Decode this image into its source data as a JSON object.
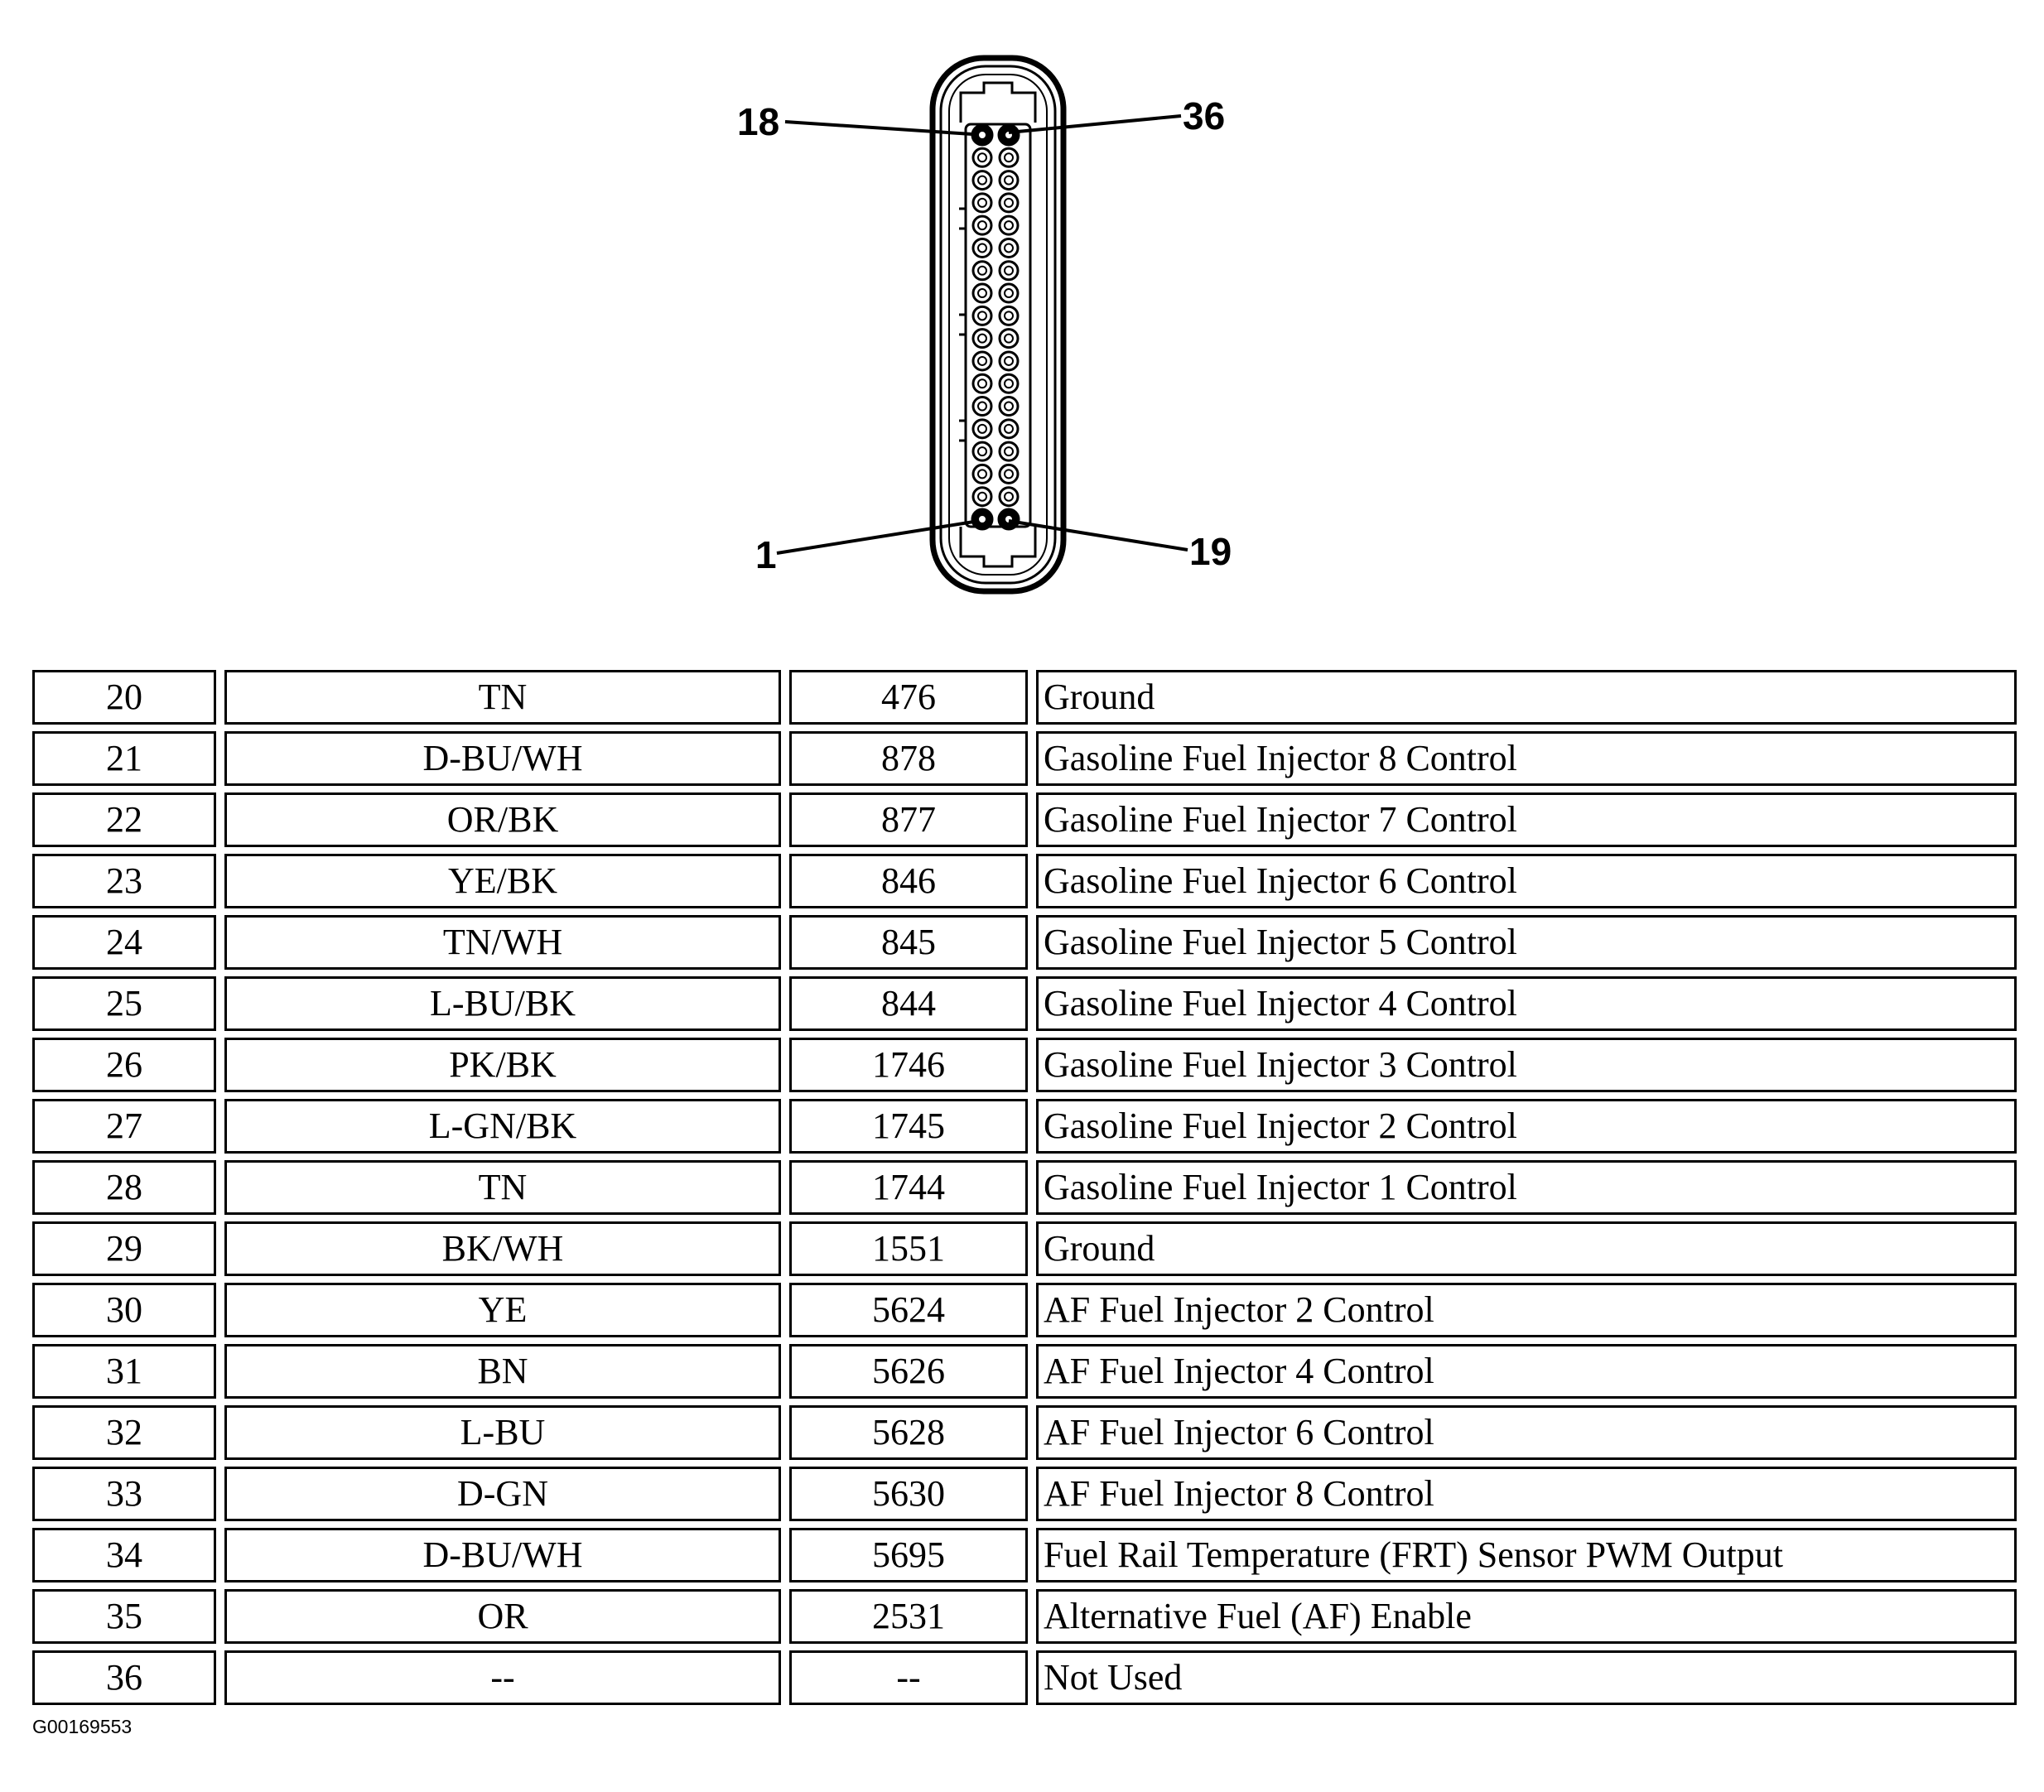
{
  "connector": {
    "pin_labels": {
      "top_left": "18",
      "top_right": "36",
      "bottom_left": "1",
      "bottom_right": "19"
    }
  },
  "table": {
    "rows": [
      {
        "pin": "20",
        "color": "TN",
        "circuit": "476",
        "function": "Ground"
      },
      {
        "pin": "21",
        "color": "D-BU/WH",
        "circuit": "878",
        "function": "Gasoline Fuel Injector 8 Control"
      },
      {
        "pin": "22",
        "color": "OR/BK",
        "circuit": "877",
        "function": "Gasoline Fuel Injector 7 Control"
      },
      {
        "pin": "23",
        "color": "YE/BK",
        "circuit": "846",
        "function": "Gasoline Fuel Injector 6 Control"
      },
      {
        "pin": "24",
        "color": "TN/WH",
        "circuit": "845",
        "function": "Gasoline Fuel Injector 5 Control"
      },
      {
        "pin": "25",
        "color": "L-BU/BK",
        "circuit": "844",
        "function": "Gasoline Fuel Injector 4 Control"
      },
      {
        "pin": "26",
        "color": "PK/BK",
        "circuit": "1746",
        "function": "Gasoline Fuel Injector 3 Control"
      },
      {
        "pin": "27",
        "color": "L-GN/BK",
        "circuit": "1745",
        "function": "Gasoline Fuel Injector 2 Control"
      },
      {
        "pin": "28",
        "color": "TN",
        "circuit": "1744",
        "function": "Gasoline Fuel Injector 1 Control"
      },
      {
        "pin": "29",
        "color": "BK/WH",
        "circuit": "1551",
        "function": "Ground"
      },
      {
        "pin": "30",
        "color": "YE",
        "circuit": "5624",
        "function": "AF Fuel Injector 2 Control"
      },
      {
        "pin": "31",
        "color": "BN",
        "circuit": "5626",
        "function": "AF Fuel Injector 4 Control"
      },
      {
        "pin": "32",
        "color": "L-BU",
        "circuit": "5628",
        "function": "AF Fuel Injector 6 Control"
      },
      {
        "pin": "33",
        "color": "D-GN",
        "circuit": "5630",
        "function": "AF Fuel Injector 8 Control"
      },
      {
        "pin": "34",
        "color": "D-BU/WH",
        "circuit": "5695",
        "function": "Fuel Rail Temperature (FRT) Sensor PWM Output"
      },
      {
        "pin": "35",
        "color": "OR",
        "circuit": "2531",
        "function": "Alternative Fuel (AF) Enable"
      },
      {
        "pin": "36",
        "color": "--",
        "circuit": "--",
        "function": "Not Used"
      }
    ]
  },
  "figure_code": "G00169553"
}
